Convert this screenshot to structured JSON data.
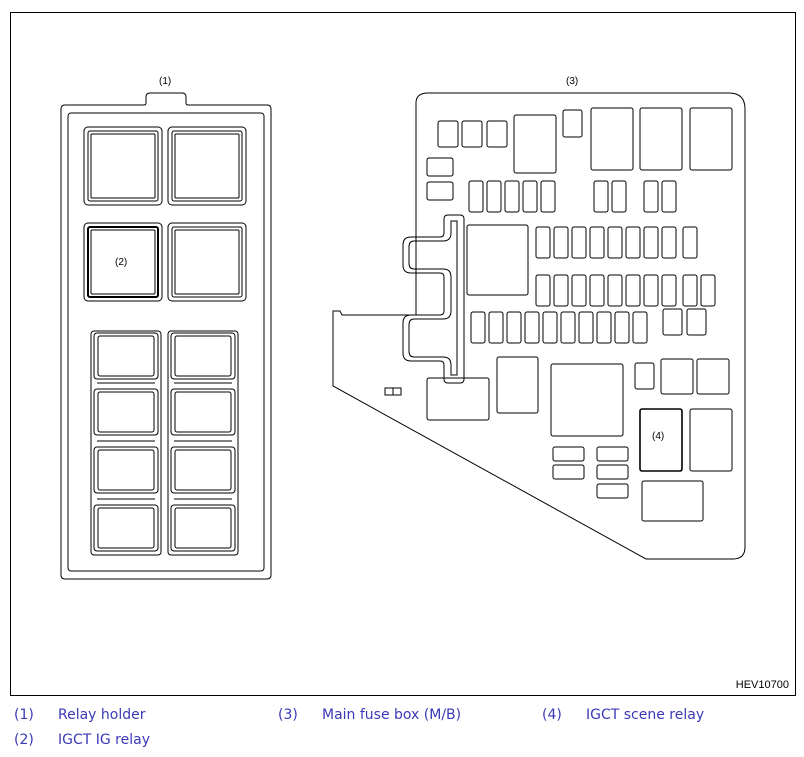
{
  "diagram": {
    "callouts": {
      "relay_holder": "(1)",
      "igct_ig_relay": "(2)",
      "main_fuse_box": "(3)",
      "igct_scene_relay": "(4)"
    },
    "figure_code": "HEV10700"
  },
  "legend": [
    {
      "num": "(1)",
      "text": "Relay holder"
    },
    {
      "num": "(3)",
      "text": "Main fuse box (M/B)"
    },
    {
      "num": "(4)",
      "text": "IGCT scene relay"
    },
    {
      "num": "(2)",
      "text": "IGCT IG relay"
    }
  ],
  "colors": {
    "legend_text": "#3a3ab8",
    "line": "#000000"
  }
}
